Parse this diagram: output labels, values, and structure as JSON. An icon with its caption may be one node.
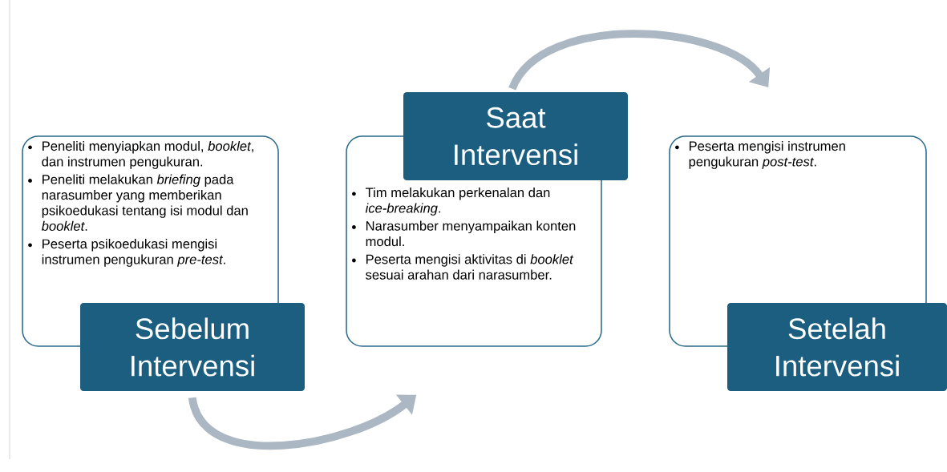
{
  "diagram": {
    "nodes": [
      {
        "text": [
          "Peneliti menyiapkan modul, *booklet*, dan instrumen pengukuran.",
          "Peneliti melakukan *briefing* pada narasumber yang memberikan psikoedukasi tentang isi modul dan *booklet*.",
          "Peserta psikoedukasi mengisi instrumen pengukuran *pre-test*."
        ]
      },
      {
        "text": [
          "Sebelum Intervensi"
        ]
      },
      {
        "text": [
          "Saat Intervensi"
        ]
      },
      {
        "text": [
          "Tim melakukan perkenalan dan *ice-breaking*.",
          "Narasumber menyampaikan konten modul.",
          "Peserta mengisi aktivitas di *booklet* sesuai arahan dari narasumber."
        ]
      },
      {
        "text": [
          "Peserta mengisi instrumen pengukuran *post-test*."
        ]
      },
      {
        "text": [
          "Setelah Intervensi"
        ]
      }
    ],
    "edges": [
      {
        "from": 1,
        "to": 3,
        "arrow": "to"
      },
      {
        "from": 2,
        "to": 4,
        "arrow": "to"
      }
    ]
  }
}
